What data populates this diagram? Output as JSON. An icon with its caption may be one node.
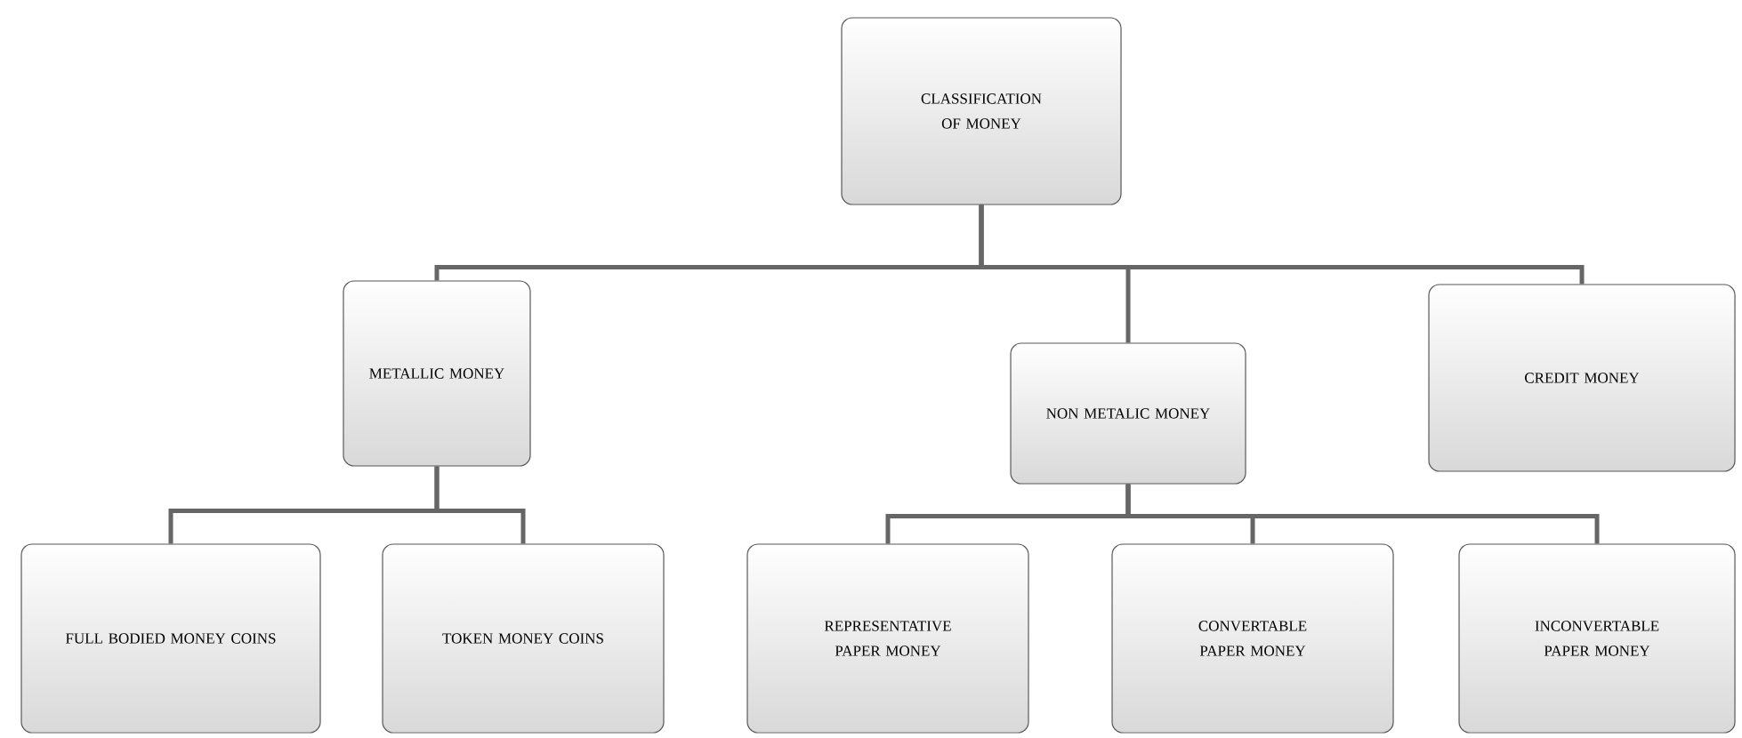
{
  "diagram": {
    "nodes": [
      {
        "text": [
          "CLASSIFICATION OF MONEY"
        ]
      },
      {
        "text": [
          "METALLIC MONEY"
        ]
      },
      {
        "text": [
          "NON METALIC MONEY"
        ]
      },
      {
        "text": [
          "CREDIT MONEY"
        ]
      },
      {
        "text": [
          "FULL BODIED MONEY COINS"
        ]
      },
      {
        "text": [
          "TOKEN MONEY COINS"
        ]
      },
      {
        "text": [
          "REPRESENTATIVE PAPER MONEY"
        ]
      },
      {
        "text": [
          "CONVERTABLE PAPER MONEY"
        ]
      },
      {
        "text": [
          "INCONVERTABLE PAPER MONEY"
        ]
      }
    ],
    "edges": [
      {
        "from": 0,
        "to": 1,
        "arrow": "none"
      },
      {
        "from": 0,
        "to": 2,
        "arrow": "none"
      },
      {
        "from": 0,
        "to": 3,
        "arrow": "none"
      },
      {
        "from": 1,
        "to": 4,
        "arrow": "none"
      },
      {
        "from": 1,
        "to": 5,
        "arrow": "none"
      },
      {
        "from": 2,
        "to": 6,
        "arrow": "none"
      },
      {
        "from": 2,
        "to": 7,
        "arrow": "none"
      },
      {
        "from": 2,
        "to": 8,
        "arrow": "none"
      }
    ]
  }
}
